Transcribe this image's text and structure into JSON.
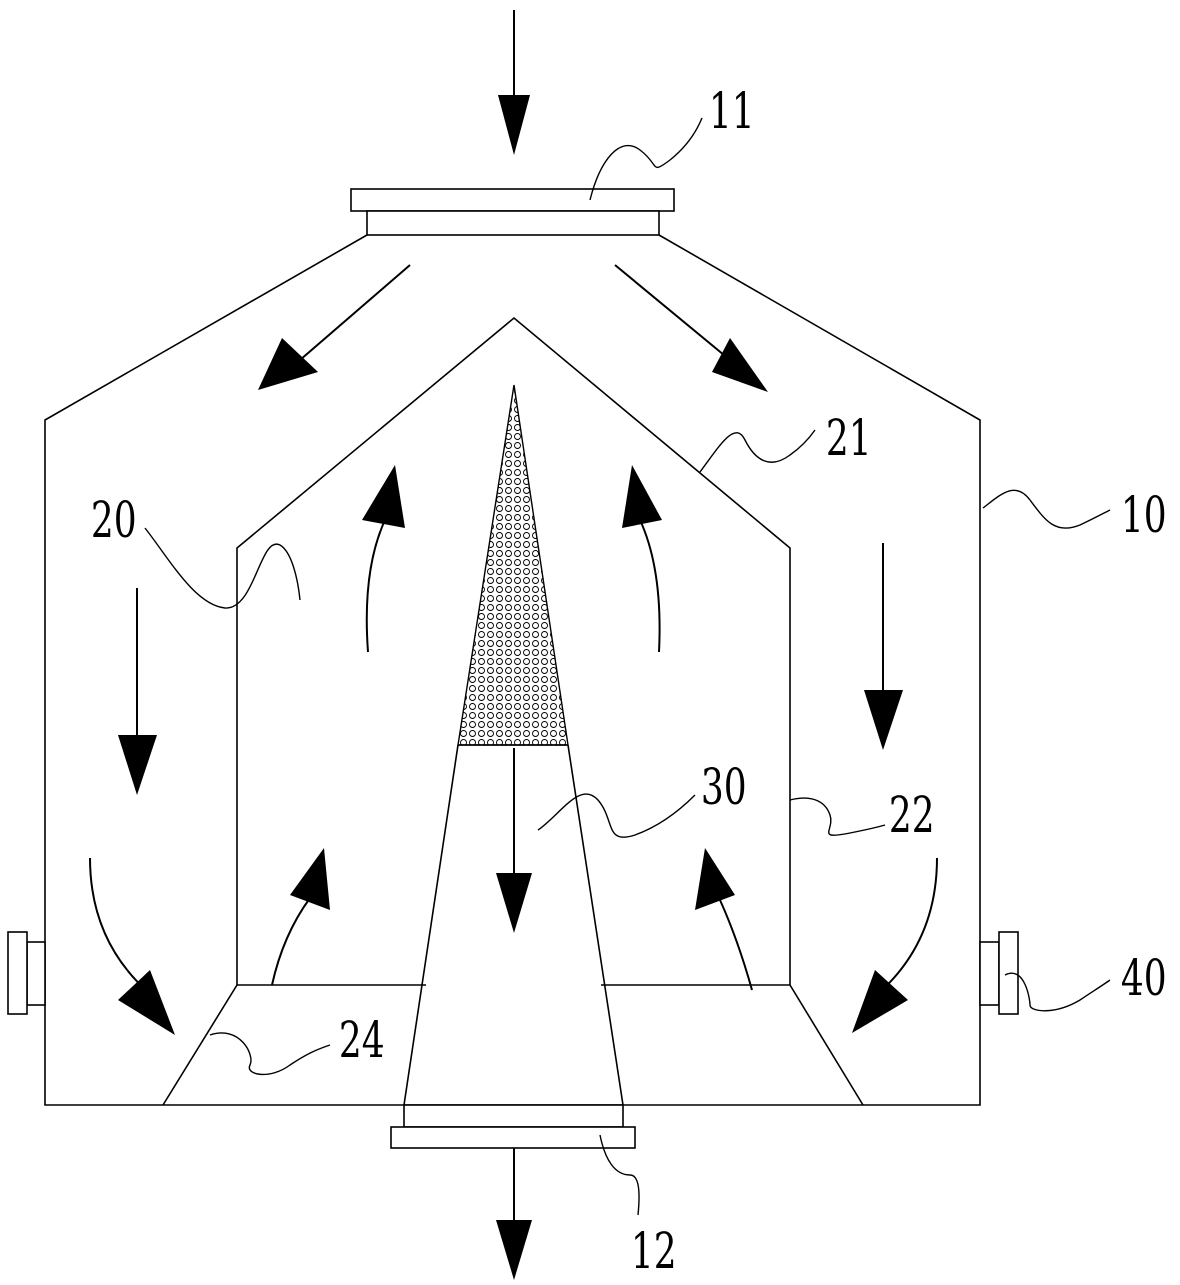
{
  "labels": {
    "housing": "10",
    "inlet": "11",
    "outlet": "12",
    "inner_chamber": "20",
    "inner_roof": "21",
    "inner_wall": "22",
    "inner_floor": "24",
    "cone_filter": "30",
    "side_port": "40"
  },
  "colors": {
    "stroke": "#000000",
    "background": "#ffffff"
  }
}
